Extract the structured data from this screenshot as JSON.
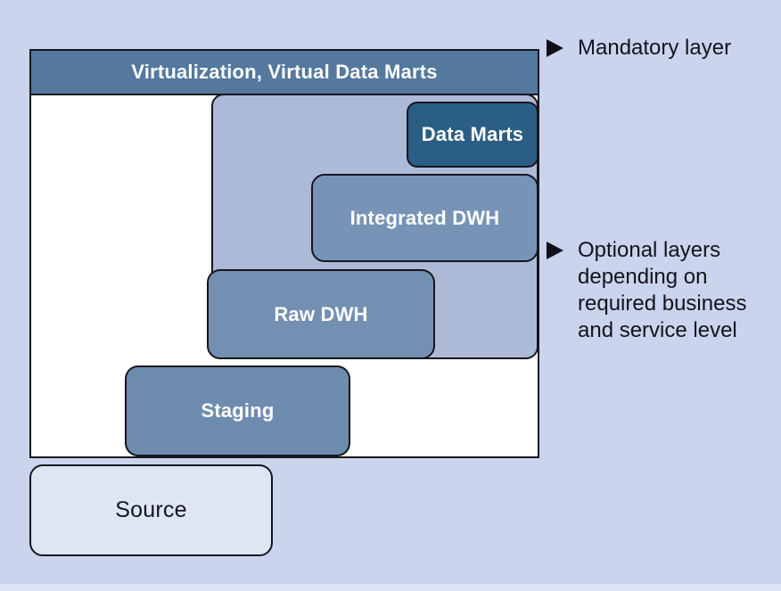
{
  "layers": {
    "virtualization": {
      "label": "Virtualization, Virtual Data Marts",
      "fill": "#54789e",
      "text_color": "#ffffff"
    },
    "data_marts": {
      "label": "Data Marts",
      "fill": "#2b5e84",
      "text_color": "#ffffff"
    },
    "integrated_dwh": {
      "label": "Integrated DWH",
      "fill": "#7794b6",
      "text_color": "#ffffff"
    },
    "raw_dwh": {
      "label": "Raw DWH",
      "fill": "#7390b2",
      "text_color": "#ffffff"
    },
    "staging": {
      "label": "Staging",
      "fill": "#6e8cae",
      "text_color": "#ffffff"
    },
    "source": {
      "label": "Source",
      "fill": "#dee5f3",
      "text_color": "#15151e"
    }
  },
  "containers": {
    "frame": {
      "fill": "#ffffff",
      "border": "#16161f"
    },
    "optional_group": {
      "fill": "#adbad7",
      "border": "#16161f"
    }
  },
  "annotations": {
    "mandatory": {
      "marker": "triangle-right-icon",
      "label": "Mandatory layer"
    },
    "optional": {
      "marker": "triangle-right-icon",
      "lines": [
        "Optional layers",
        "depending on",
        "required business",
        "and service level"
      ]
    }
  },
  "palette": {
    "page_background": "#cad4ec",
    "bottom_strip": "#dce3f2",
    "annotation_text": "#13131c"
  }
}
